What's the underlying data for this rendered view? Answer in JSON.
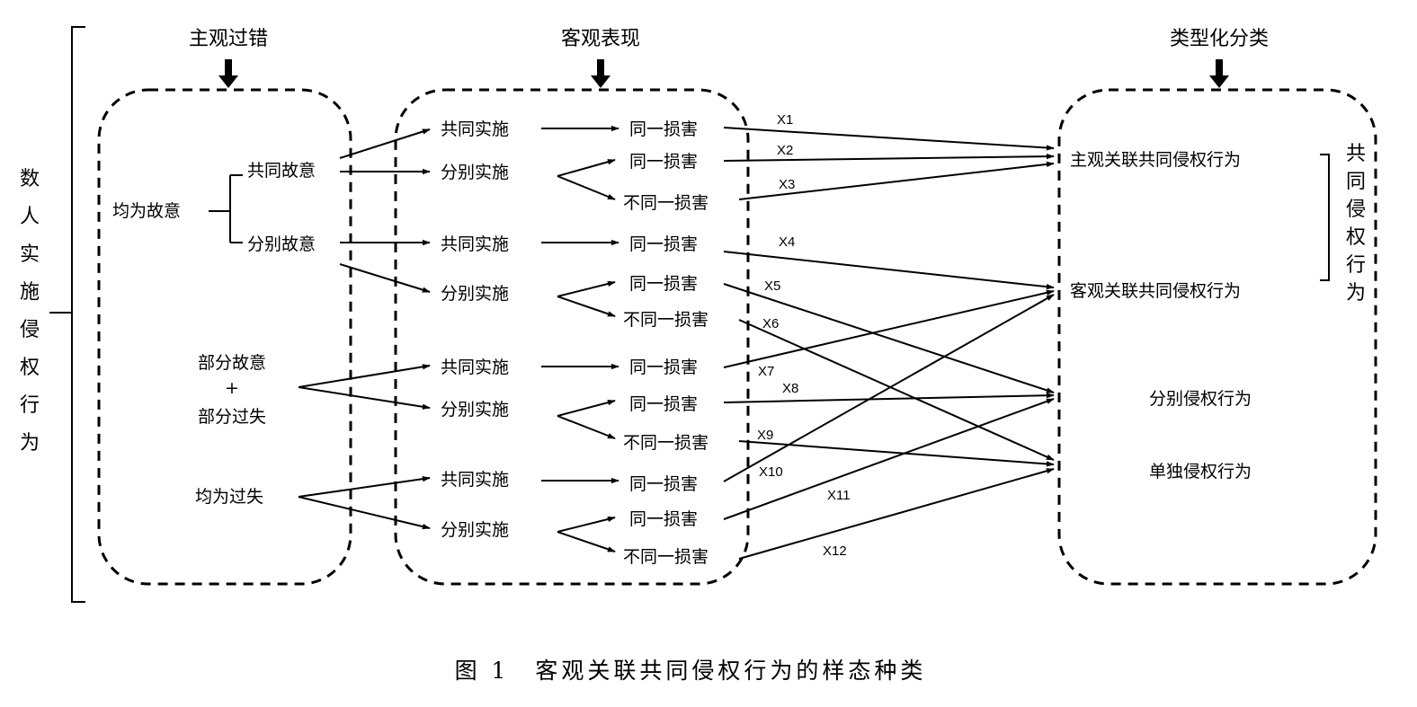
{
  "headers": {
    "subjective": "主观过错",
    "objective": "客观表现",
    "typology": "类型化分类"
  },
  "left_bracket_label": [
    "数",
    "人",
    "实",
    "施",
    "侵",
    "权",
    "行",
    "为"
  ],
  "fault_nodes": {
    "all_intent": "均为故意",
    "joint_intent": "共同故意",
    "separate_intent": "分别故意",
    "partial_intent": "部分故意",
    "plus": "+",
    "partial_negligence": "部分过失",
    "all_negligence": "均为过失"
  },
  "act_nodes": [
    "共同实施",
    "分别实施",
    "共同实施",
    "分别实施",
    "共同实施",
    "分别实施",
    "共同实施",
    "分别实施"
  ],
  "damage_nodes": [
    "同一损害",
    "同一损害",
    "不同一损害",
    "同一损害",
    "同一损害",
    "不同一损害",
    "同一损害",
    "同一损害",
    "不同一损害",
    "同一损害",
    "同一损害",
    "不同一损害"
  ],
  "category_nodes": {
    "subjective_joint": "主观关联共同侵权行为",
    "objective_joint": "客观关联共同侵权行为",
    "separate": "分别侵权行为",
    "independent": "单独侵权行为"
  },
  "right_bracket_label": [
    "共",
    "同",
    "侵",
    "权",
    "行",
    "为"
  ],
  "edge_labels": [
    "X1",
    "X2",
    "X3",
    "X4",
    "X5",
    "X6",
    "X7",
    "X8",
    "X9",
    "X10",
    "X11",
    "X12"
  ],
  "caption": "图 1　客观关联共同侵权行为的样态种类"
}
